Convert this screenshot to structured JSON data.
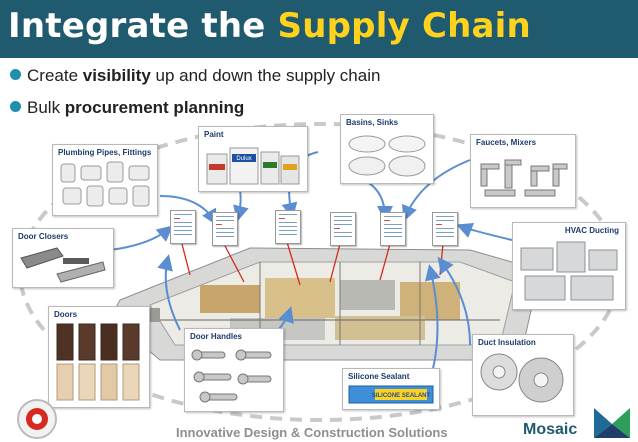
{
  "title": {
    "part1": "Integrate the ",
    "part2": "Supply Chain"
  },
  "bullets": [
    {
      "pre": "Create ",
      "bold": "visibility",
      "post": " up and down the supply chain"
    },
    {
      "pre": "Bulk ",
      "bold": "procurement planning",
      "post": ""
    }
  ],
  "cards": {
    "paint": "Paint",
    "basins": "Basins, Sinks",
    "faucets": "Faucets, Mixers",
    "plumbing": "Plumbing Pipes, Fittings",
    "door_closers": "Door Closers",
    "hvac": "HVAC Ducting",
    "doors": "Doors",
    "door_handles": "Door Handles",
    "duct_insulation": "Duct Insulation",
    "silicone": "Silicone Sealant"
  },
  "paint_brand": "Dulux",
  "sealant_label": "SILICONE SEALANT",
  "footer": "Innovative Design & Construction Solutions",
  "brand": "Mosaic",
  "colors": {
    "title_bg": "#1f5a6e",
    "title_highlight": "#ffd21e",
    "bullet": "#1f8fb0",
    "arrow": "#5b8ed0",
    "connector": "#d62a20"
  }
}
